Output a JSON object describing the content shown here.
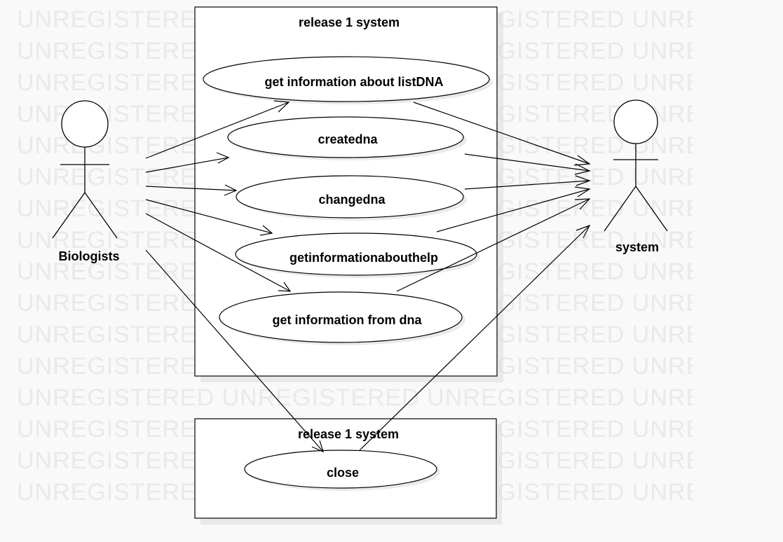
{
  "watermark": {
    "text": "UNREGISTERED UNREGISTERED UNREGISTERED UNREGISTERED"
  },
  "boundaries": [
    {
      "title": "release 1 system"
    },
    {
      "title": "release 1 system"
    }
  ],
  "use_cases": [
    {
      "label": "get information about listDNA"
    },
    {
      "label": "createdna"
    },
    {
      "label": "changedna"
    },
    {
      "label": "getinformationabouthelp"
    },
    {
      "label": "get information from dna"
    },
    {
      "label": "close"
    }
  ],
  "actors": [
    {
      "label": "Biologists"
    },
    {
      "label": "system"
    }
  ],
  "colors": {
    "background": "#f9f9f9",
    "watermark": "#e9e9e9",
    "shape_fill": "#ffffff",
    "stroke": "#000000",
    "shadow": "#dedede"
  }
}
